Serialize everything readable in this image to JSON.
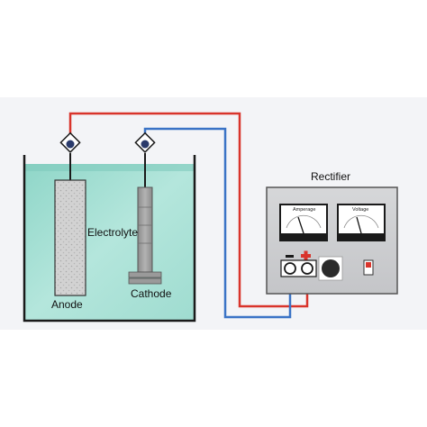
{
  "labels": {
    "electrolyte": "Electrolyte",
    "anode": "Anode",
    "cathode": "Cathode",
    "rectifier": "Rectifier",
    "amperage": "Amperage",
    "voltage": "Voltage"
  },
  "terminals": {
    "negative": "−",
    "positive": "+"
  },
  "colors": {
    "band": "#f3f4f7",
    "electrolyte": "#a8ddd4",
    "electrolyte_top": "#7fcabd",
    "anode": "#cfcfcf",
    "cathode": "#9a9a9a",
    "rectifier_panel": "#cfd0d2",
    "positive_wire": "#d9342b",
    "negative_wire": "#3a73c6"
  }
}
